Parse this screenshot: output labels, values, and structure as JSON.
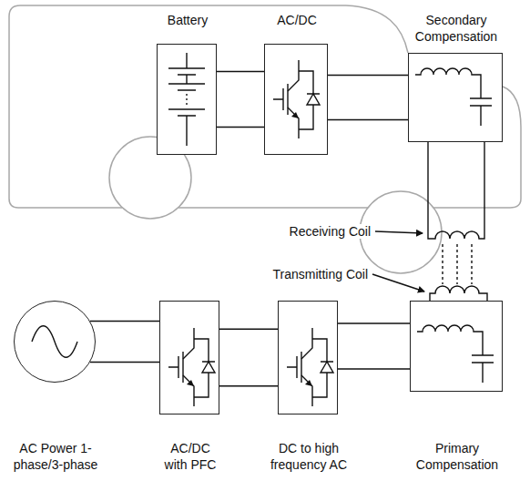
{
  "diagram": {
    "nodes": [
      {
        "text": [
          "Battery"
        ]
      },
      {
        "text": [
          "AC/DC"
        ]
      },
      {
        "text": [
          "Secondary Compensation"
        ]
      },
      {
        "text": [
          "AC Power 1-phase/3-phase"
        ]
      },
      {
        "text": [
          "AC/DC with PFC"
        ]
      },
      {
        "text": [
          "DC to high frequency AC"
        ]
      },
      {
        "text": [
          "Primary Compensation"
        ]
      }
    ],
    "edges": [
      {
        "from": 0,
        "to": 1,
        "arrow": "none"
      },
      {
        "from": 1,
        "to": 2,
        "arrow": "none"
      },
      {
        "from": 3,
        "to": 4,
        "arrow": "none"
      },
      {
        "from": 4,
        "to": 5,
        "arrow": "none"
      },
      {
        "from": 5,
        "to": 6,
        "arrow": "none"
      }
    ],
    "labels": [
      "Receiving Coil",
      "Transmitting Coil"
    ]
  }
}
